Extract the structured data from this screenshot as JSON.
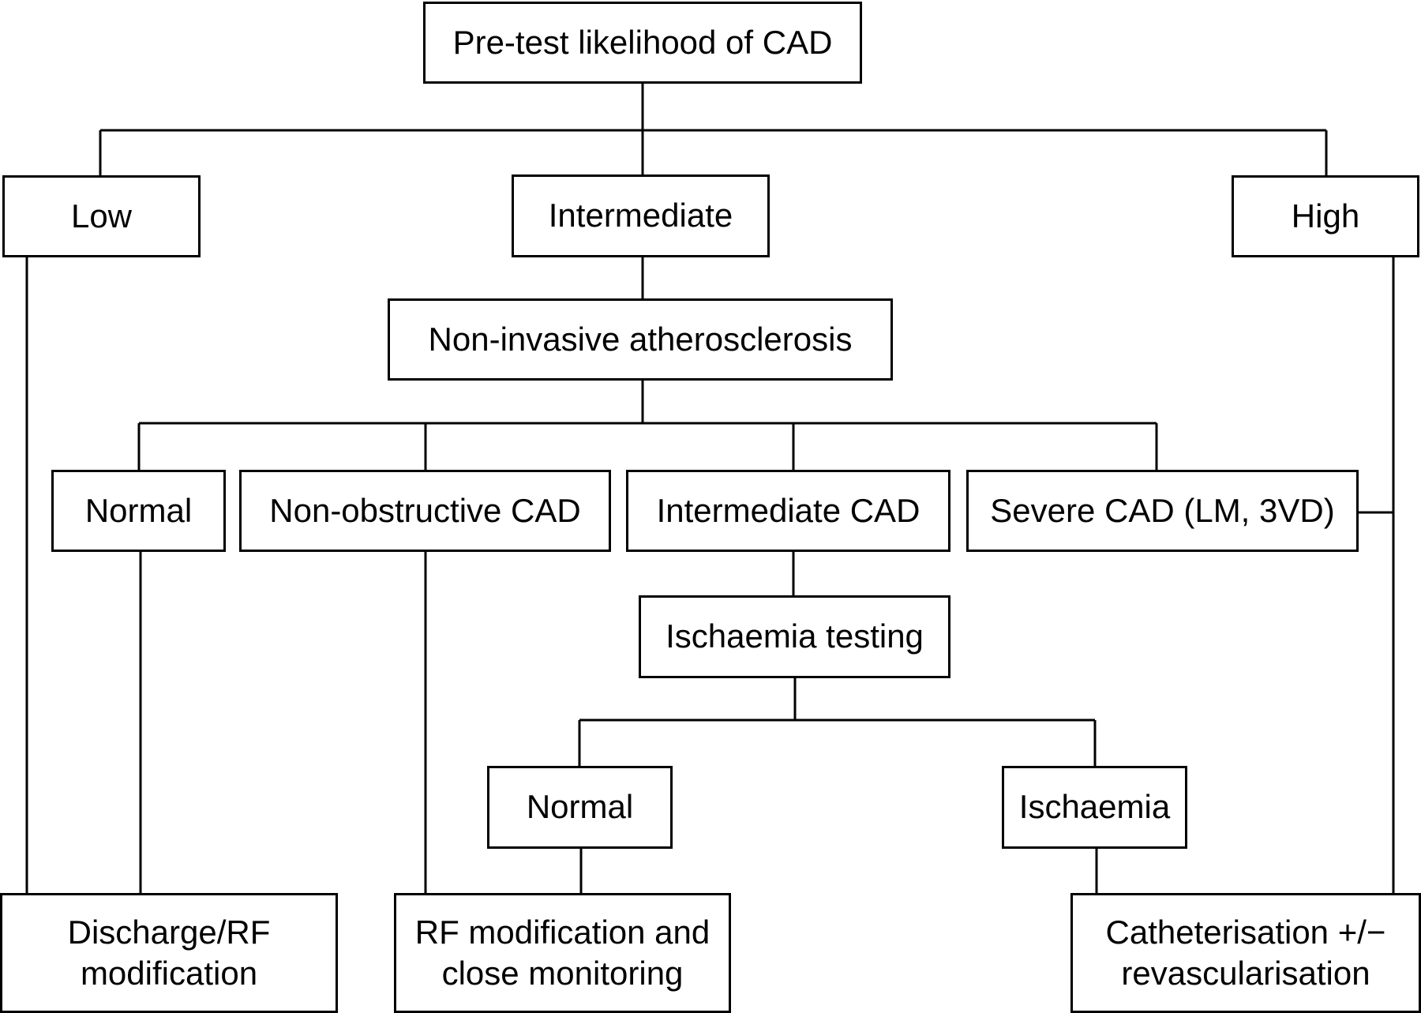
{
  "nodes": {
    "pretest": "Pre-test likelihood of CAD",
    "low": "Low",
    "intermediate": "Intermediate",
    "high": "High",
    "noninvasive": "Non-invasive atherosclerosis",
    "normal1": "Normal",
    "nonobstructive": "Non-obstructive CAD",
    "intermediate_cad": "Intermediate CAD",
    "severe": "Severe CAD (LM, 3VD)",
    "ischaemia_testing": "Ischaemia testing",
    "normal2": "Normal",
    "ischaemia": "Ischaemia",
    "discharge": "Discharge/RF modification",
    "rf_monitoring": "RF modification and close monitoring",
    "catheterisation": "Catheterisation +/− revascularisation"
  }
}
